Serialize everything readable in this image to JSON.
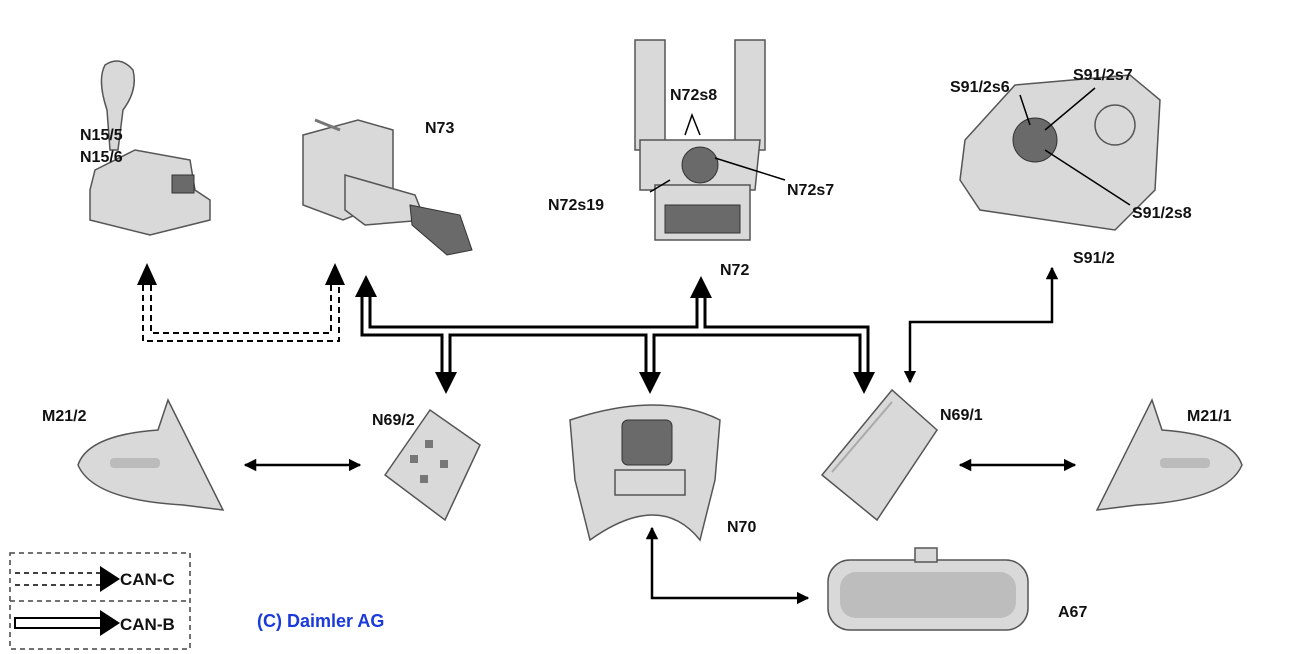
{
  "components": {
    "n15": {
      "label1": "N15/5",
      "label2": "N15/6"
    },
    "n73": {
      "label": "N73"
    },
    "n72": {
      "label": "N72",
      "s8": "N72s8",
      "s19": "N72s19",
      "s7": "N72s7"
    },
    "s91": {
      "label": "S91/2",
      "s6": "S91/2s6",
      "s7": "S91/2s7",
      "s8": "S91/2s8"
    },
    "m21_2": {
      "label": "M21/2"
    },
    "n69_2": {
      "label": "N69/2"
    },
    "n70": {
      "label": "N70"
    },
    "n69_1": {
      "label": "N69/1"
    },
    "m21_1": {
      "label": "M21/1"
    },
    "a67": {
      "label": "A67"
    }
  },
  "legend": {
    "can_c": "CAN-C",
    "can_b": "CAN-B"
  },
  "copyright": "(C) Daimler AG",
  "colors": {
    "copyright": "#1a3adb",
    "line": "#000000"
  }
}
